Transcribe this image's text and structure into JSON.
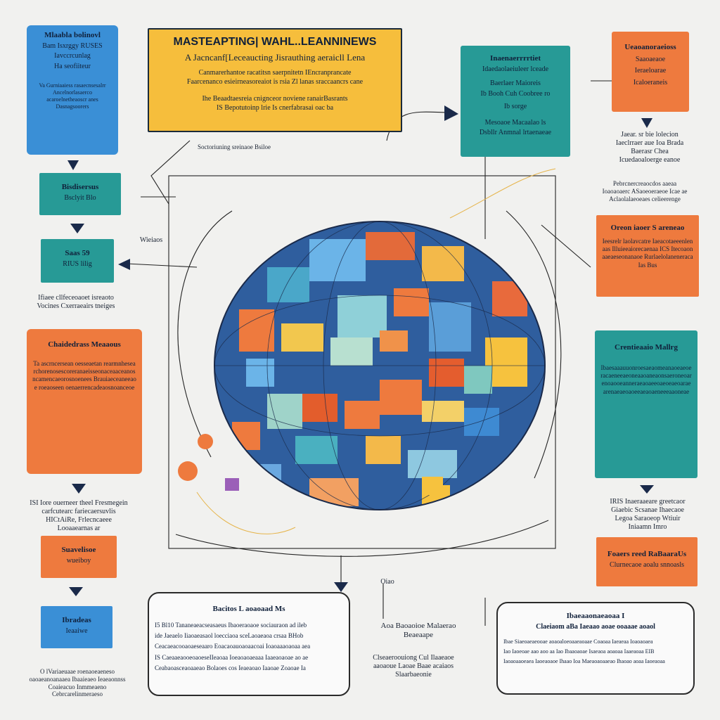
{
  "header": {
    "title": "MASTEAPTING| WAHL..LEANNINEWS",
    "subtitle": "A Jacncanf[Leceaucting Jisrauthing aeraicll Lena",
    "body1": "Canmarerhantoe  racatitsn  saerpnitetn  IEncranprancate",
    "body2": "Faarcenanco esieirneasoreaiot  is rsia Zl lanas  sraccaancrs cane",
    "body3": "Ihe Beaadtaesreia  cnignceor  noviene ranairBasrants",
    "body4": "IS Bepotutoinp lrie  Is  cnerfabrasai oac ba"
  },
  "left_boxes": {
    "b1": {
      "title": "Mlaabla bolinovl",
      "sub1": "Bam  Isxrggy  RUSES",
      "sub2": "Iavccrcunlag",
      "sub3": "Ha seofiiteur",
      "para": "Va Gurniaaiess rasaecnsesalrr Ancelnorlasaerco acaroelnetheaoscr anes Dasnagsoorers"
    },
    "b2": {
      "title": "Bisdisersus",
      "sub": "Bsclyit Blo"
    },
    "b3": {
      "title": "Saas 59",
      "sub": "RIUS lilig"
    },
    "b4": {
      "title": "Chaidedrass Meaaous",
      "para": "Ta ascrncersean oesseaetan rearmnhesearchorenosescoreranaeisseonaceaaceanosncamencaeorosnoenees Brauiaeceaneeaoe roeaoseen oenaerrencadeaosnoanceoe"
    },
    "b5": {
      "title": "Suavelisoe",
      "sub": "wueiboy"
    },
    "b6": {
      "title": "Ibradeas",
      "sub": "Ieaaiwe"
    }
  },
  "right_boxes": {
    "b1": {
      "title": "Inaenaerrrrtiet",
      "sub": "Idaedaolaeiuleer lceade",
      "line1": "Baerlaer  Maioreis",
      "line2": "Ib Booh Cuh Coobree ro",
      "line3": "Ib sorge",
      "line4": "Mesoaoe  Macaalao  ls",
      "line5": "Dsbllr Anmnal lrtaenaeae"
    },
    "b2": {
      "title": "Ueaoanoraeioss",
      "sub1": "Saaoaeaoe",
      "sub2": "Ieraeloarae",
      "sub3": "Icaloeraneis"
    },
    "b3": {
      "title": "Oreon iaoer S areneao",
      "para": "Ieesrelr laolavcatre  Iaeacotaeeenlenaas Illuieeaiorecaenaa  ICS Itecoaonaaeaeseonanaoe Rurlaelolaneneraca Ias Bus"
    },
    "b4": {
      "title": "Crentieaaio Mallrg",
      "para": "Ibaesaaauuonroesaeaomeanaoeaeoeracaeneeaeoneaaoaneaonsaeroneoarenoaooeanneraeaoaeeoaeoeaeoaraearenaeaeoaoeeaeaoaeneeeaaoneae"
    },
    "b5": {
      "title": "Foaers reed RaBaaraUs",
      "sub": "Clurnecaoe  aoalu snnoasls"
    }
  },
  "captions": {
    "c1": "Soctoriuning sreinaoe Bsiloe",
    "c2": "Wieiaos",
    "c3": "Ifiaee cllfeceoaoet isreaoto Vocines Cxerraeairs tneiges",
    "c4": "ISI Iore ouerneer  theel Fresmegein carfcutearc  fariecaersuvlis HICtAiRe, Frlecncaeee  Looaaearnas ar",
    "c5": "Jaear. sr bie lolecion Iaeclrraer  aue Ioa Brada Baerasr Chea Icuedaoaloerge  eanoe",
    "c6": "Pebrcnercreaocdos aaeaa Ioaoaoaerc ASaoeoeraeoe Icae ae Aclaolalaeoeaes celieerenge",
    "c7": "IRIS Inaeraaeare greetcaor Giaebic  Scsanae Ihaecaoe Legoa Saraoeop Wtiuir Iniaamn Imro",
    "c8": "Oiao",
    "c9": "Aoa Baoaoioe Malaerao Beaeaape",
    "c10": "Clseaeroouiong Cul Ilaaeaoe  aaoaoue Laoae Baae acaiaos  Slaarbaeonie",
    "c11": "O lVariaeuaae roenaoeaeneso  oaoaeanoanaaea  Ibaaieaeo Ieaeaonnss Coaieacuo Inmmeaeno  Cebrcarelinmeraeso"
  },
  "panels": {
    "p1": {
      "title": "Bacitos  L aoaoaad Ms",
      "lines": [
        "I5 Bl10 Tananeaeacseasaeus Ibaoeraoaoe  sociauraon ad ileb",
        "ide Jaeaelo Iiaoaeasaol  loecciaoa sceLaoaeaoa crsaa  BHob",
        "Ceacaeacooaoaeseaaro  Eoacaoauoaoaacoai Ioaoaaaoaoaa aea",
        "IS CaeaaeaooeoaoeseIIeaoaa  Ioeaoaoaeaaa Iaaeaoaoae  ao ae",
        "Ceabaoasceaoaaeao Bolaoes cos Ieaeaoao  Iaaoae  Zoaoae Ia"
      ]
    },
    "p2": {
      "title": "Ibaeaaonaeaoaa I",
      "subtitle": "Claeiaom aBa Iaeaao aoae ooaaae aoaol",
      "lines": [
        "Ibae  Siaeoaeaeooae aoaoaloeoaaeaoaae  Coaoaa Iaeaeaa  Ioaoaoaea",
        "Iao Iaoeoae aao aoo aa Iao Ibaaoaoae  Isaeaoa  aoaoaa Iaaeaoaa EIB",
        "Iaoaoaaoeaea Iaoeaoaoe Ihaao Ioa  Maeaoaoaaeao Ihaoao aoaa Iaoeaoaa"
      ]
    }
  },
  "colors": {
    "blue": "#3a8fd6",
    "teal": "#279a96",
    "orange": "#ee7a3e",
    "yellow": "#f6be3c",
    "navy": "#1a2a4a"
  }
}
